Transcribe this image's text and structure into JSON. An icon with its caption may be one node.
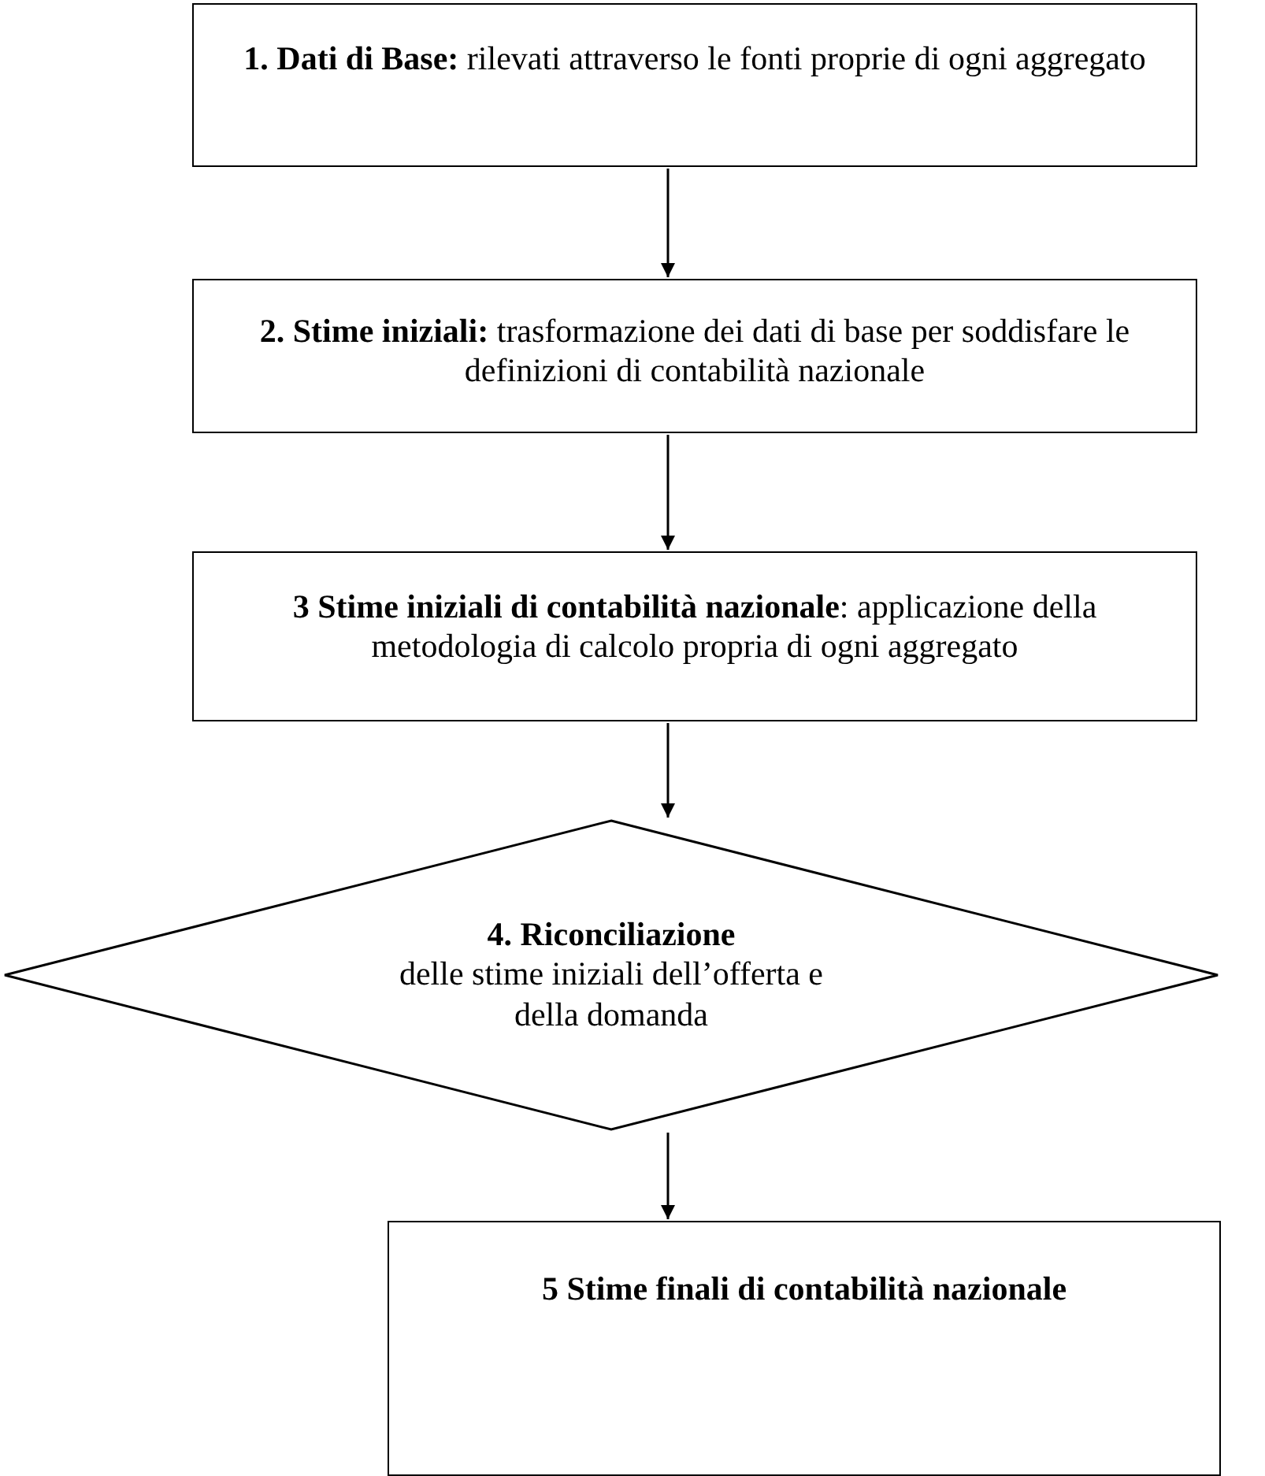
{
  "diagram": {
    "nodes": [
      {
        "text": [
          "**1. Dati di Base:** rilevati attraverso le fonti proprie di ogni aggregato"
        ]
      },
      {
        "text": [
          "**2. Stime iniziali:** trasformazione dei dati di base per soddisfare le definizioni di contabilità nazionale"
        ]
      },
      {
        "text": [
          "**3 Stime iniziali di contabilità nazionale**: applicazione della metodologia di calcolo propria di ogni aggregato"
        ]
      },
      {
        "text": [
          "4. Riconciliazione",
          "delle stime iniziali dell’offerta e della domanda"
        ]
      },
      {
        "text": [
          "5 Stime finali di contabilità nazionale"
        ]
      }
    ],
    "edges": [
      {
        "from": 0,
        "to": 1,
        "arrow": "to"
      },
      {
        "from": 1,
        "to": 2,
        "arrow": "to"
      },
      {
        "from": 2,
        "to": 3,
        "arrow": "to"
      },
      {
        "from": 3,
        "to": 4,
        "arrow": "to"
      }
    ]
  }
}
